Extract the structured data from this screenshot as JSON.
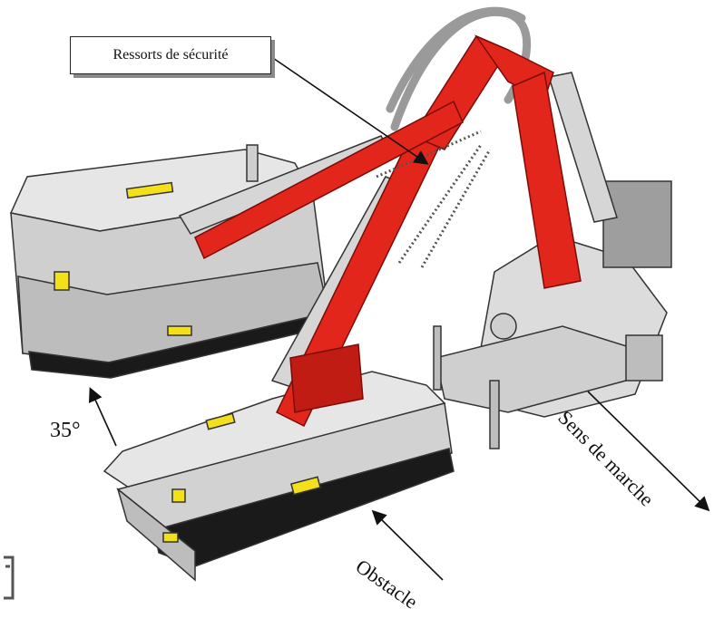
{
  "labels": {
    "callout": "Ressorts de sécurité",
    "angle": "35°",
    "obstacle": "Obstacle",
    "direction": "Sens de marche"
  },
  "colors": {
    "arm": "#e3261c",
    "arm_dark": "#a8140e",
    "steel": "#d9d9d9",
    "steel_dark": "#8f8f8f",
    "roller": "#1a1a1a",
    "decal": "#f3e01a"
  }
}
